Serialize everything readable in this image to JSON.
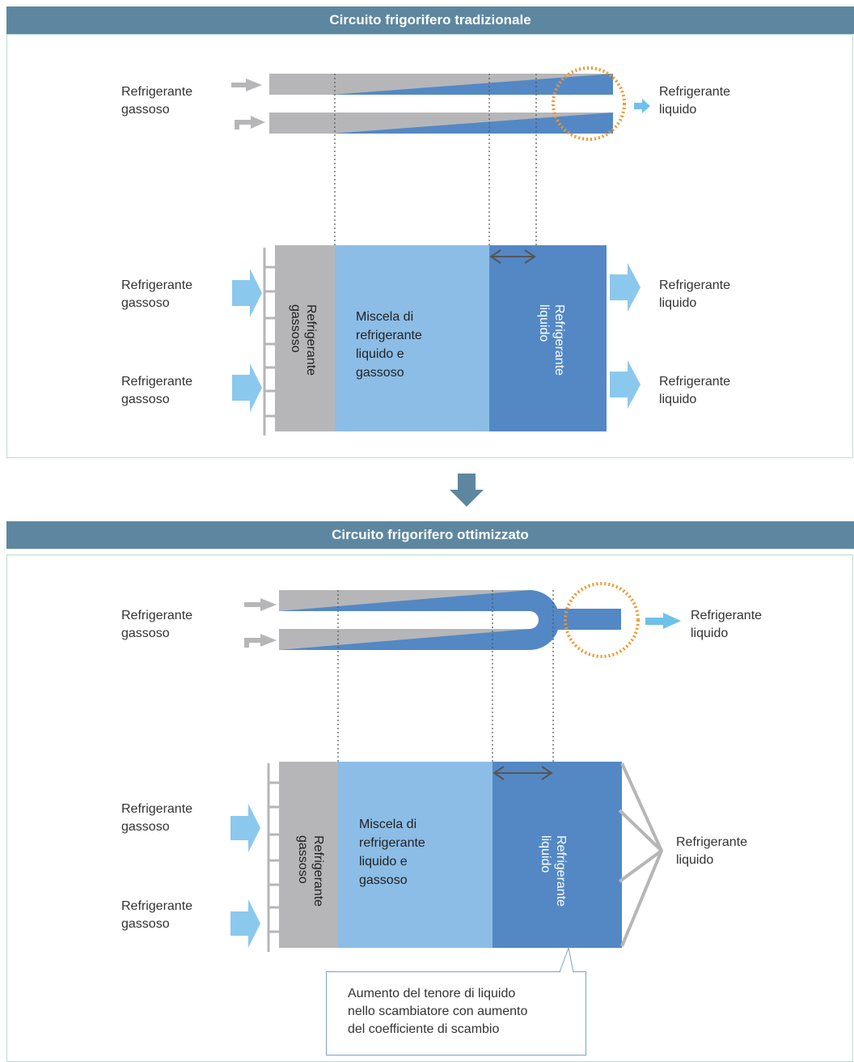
{
  "sections": [
    {
      "title": "Circuito frigorifero tradizionale"
    },
    {
      "title": "Circuito frigorifero ottimizzato"
    }
  ],
  "labels": {
    "gas": [
      "Refrigerante",
      "gassoso"
    ],
    "liquid": [
      "Refrigerante",
      "liquido"
    ],
    "mix": [
      "Miscela di",
      "refrigerante",
      "liquido e",
      "gassoso"
    ]
  },
  "callout": {
    "lines": [
      "Aumento del tenore di liquido",
      "nello scambiatore con aumento",
      "del coefficiente di scambio"
    ]
  },
  "colors": {
    "header": "#5d87a1",
    "gas": "#b6b6b8",
    "mix": "#8cbde6",
    "liquid": "#5388c5",
    "highlight": "#f0962a",
    "outlet_arrow": "#6ec1ea",
    "inlet_arrow": "#8bc8ee"
  }
}
